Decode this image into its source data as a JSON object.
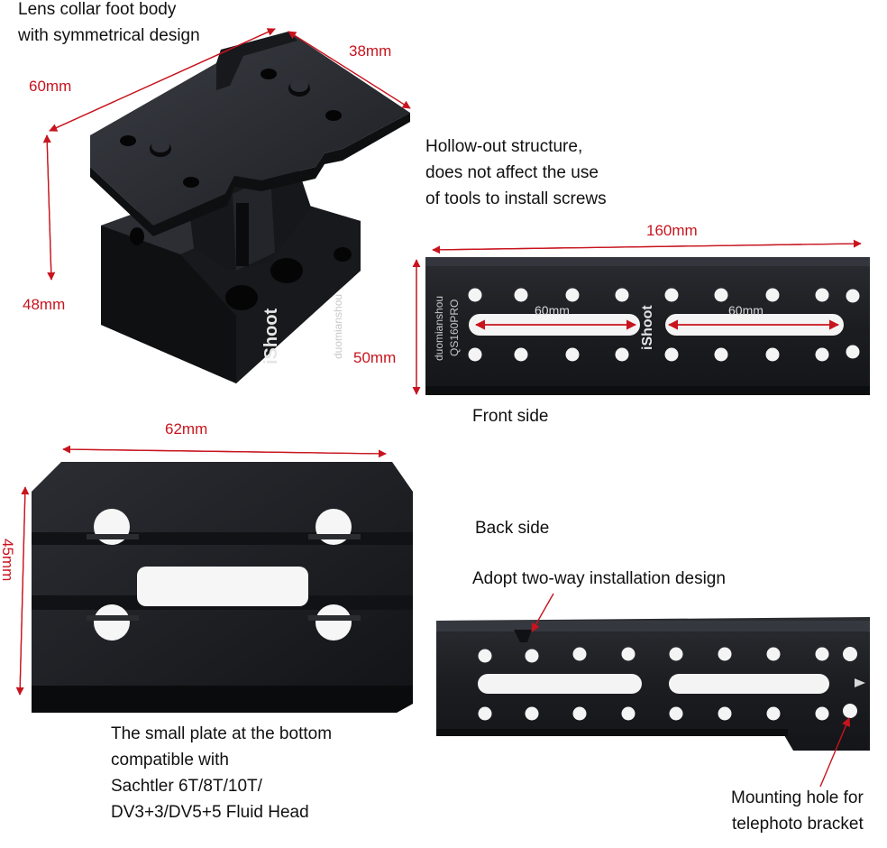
{
  "captions": {
    "lens_collar": [
      "Lens collar foot body",
      "with symmetrical design"
    ],
    "hollow": [
      "Hollow-out structure,",
      "does not affect the use",
      "of tools to install screws"
    ],
    "front_side": "Front side",
    "back_side": "Back side",
    "two_way": "Adopt two-way installation design",
    "small_plate": [
      "The small plate at the bottom",
      "compatible with",
      "Sachtler 6T/8T/10T/",
      "DV3+3/DV5+5 Fluid Head"
    ],
    "mounting_hole": [
      "Mounting hole for",
      "telephoto bracket"
    ]
  },
  "dimensions": {
    "foot_width": "38mm",
    "foot_length": "60mm",
    "foot_height": "48mm",
    "plate_length": "160mm",
    "plate_height": "50mm",
    "slot_left": "60mm",
    "slot_right": "60mm",
    "small_width": "62mm",
    "small_height": "45mm"
  },
  "markings": {
    "brand": "iShoot",
    "maker": "duomianshou",
    "model": "QS160PRO"
  },
  "colors": {
    "dimension_text": "#c8141e",
    "metal": "#222428",
    "caption_text": "#111111"
  }
}
